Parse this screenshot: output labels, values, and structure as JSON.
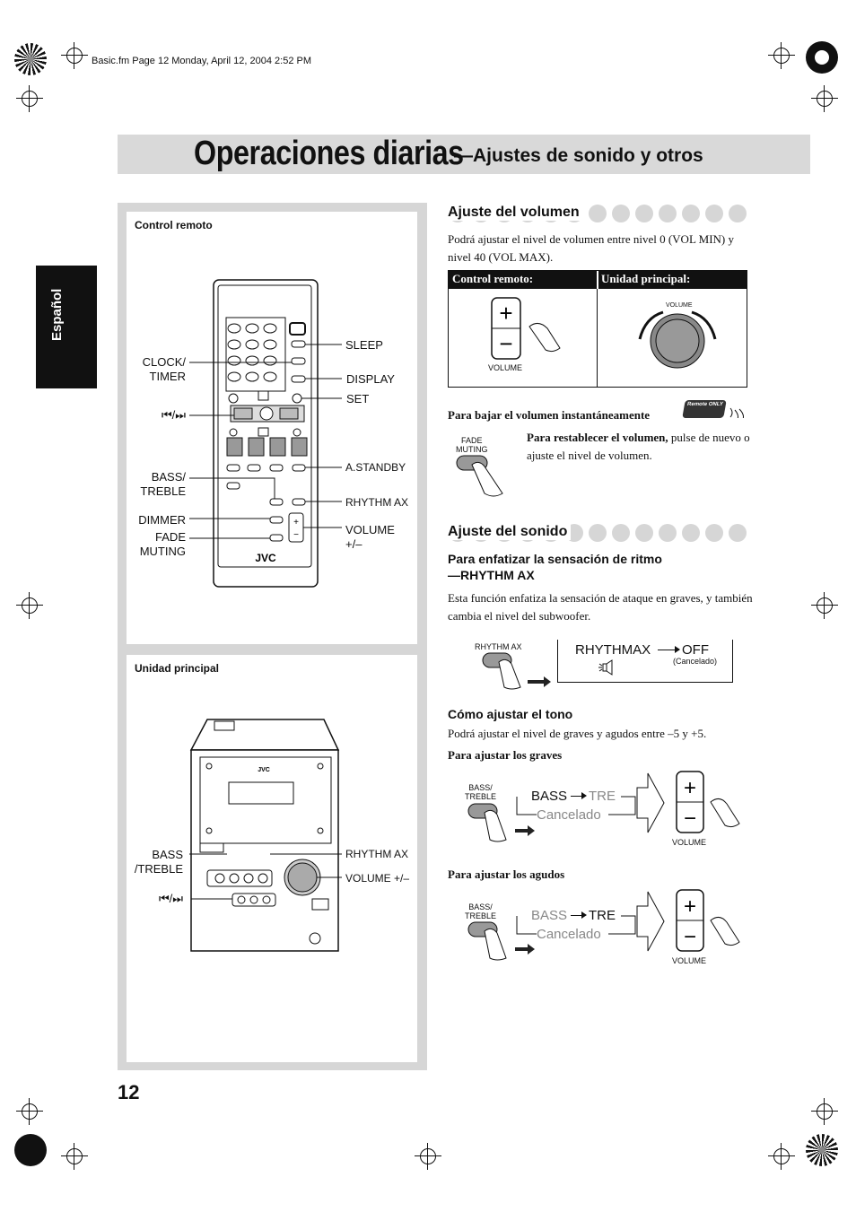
{
  "header": {
    "file_info": "Basic.fm  Page 12  Monday, April 12, 2004  2:52 PM"
  },
  "title": {
    "main": "Operaciones diarias",
    "sub": "—Ajustes de sonido y otros"
  },
  "side_tab": {
    "label": "Español"
  },
  "left_panel": {
    "remote": {
      "title": "Control remoto",
      "labels": {
        "clock_timer": "CLOCK/\nTIMER",
        "skip": "⏮/⏭",
        "bass_treble": "BASS/\nTREBLE",
        "dimmer": "DIMMER",
        "fade_muting": "FADE\nMUTING",
        "sleep": "SLEEP",
        "display": "DISPLAY",
        "set": "SET",
        "astandby": "A.STANDBY",
        "rhythm_ax": "RHYTHM AX",
        "volume": "VOLUME\n+/–",
        "brand": "JVC"
      }
    },
    "main_unit": {
      "title": "Unidad principal",
      "labels": {
        "bass_treble": "BASS\n/TREBLE",
        "skip": "⏮/⏭",
        "rhythm_ax": "RHYTHM AX",
        "volume": "VOLUME +/–",
        "brand": "JVC"
      }
    }
  },
  "volume_section": {
    "heading": "Ajuste del volumen",
    "intro": "Podrá ajustar el nivel de volumen entre nivel 0 (VOL MIN) y nivel 40 (VOL MAX).",
    "table": {
      "col1": "Control remoto:",
      "col2": "Unidad principal:",
      "remote_label": "VOLUME",
      "unit_label": "VOLUME"
    },
    "mute_heading": "Para bajar el volumen instantáneamente",
    "remote_only": "Remote ONLY",
    "fade_label": "FADE\nMUTING",
    "restore_bold": "Para restablecer el volumen,",
    "restore_text": " pulse de nuevo o ajuste el nivel de volumen."
  },
  "sound_section": {
    "heading": "Ajuste del sonido",
    "rhythm": {
      "heading": "Para enfatizar la sensación de ritmo\n—RHYTHM AX",
      "text": "Esta función enfatiza la sensación de ataque en graves, y también cambia el nivel del subwoofer.",
      "button_label": "RHYTHM AX",
      "state_on": "RHYTHMAX",
      "state_off": "OFF",
      "cancel_note": "(Cancelado)"
    },
    "tone": {
      "heading": "Cómo ajustar el tono",
      "text": "Podrá ajustar el nivel de graves y agudos entre –5 y +5.",
      "bass_heading": "Para ajustar los graves",
      "treble_heading": "Para ajustar los agudos",
      "button_label": "BASS/\nTREBLE",
      "bass": "BASS",
      "tre": "TRE",
      "cancel": "Cancelado",
      "volume_label": "VOLUME"
    }
  },
  "page_number": "12"
}
